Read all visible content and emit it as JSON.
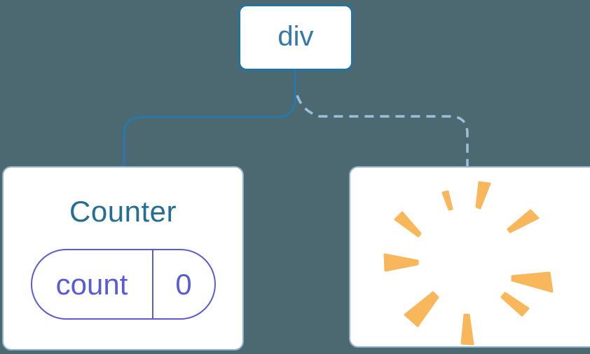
{
  "diagram": {
    "root": {
      "label": "div"
    },
    "children": [
      {
        "id": "counter",
        "title": "Counter",
        "connector": "solid",
        "state_pill": {
          "name": "count",
          "value": "0"
        }
      },
      {
        "id": "removed-component",
        "connector": "dashed",
        "icon": "poof-starburst"
      }
    ]
  },
  "colors": {
    "background": "#4C6971",
    "card-bg": "#FFFFFF",
    "card-border": "#8FB2CF",
    "node-border": "#2173A6",
    "node-text": "#3579A9",
    "connector-solid": "#2779AC",
    "connector-dashed": "#9CC0DB",
    "component-title": "#256E93",
    "state-accent": "#5A5CD2",
    "poof-orange": "#F8B75B"
  }
}
